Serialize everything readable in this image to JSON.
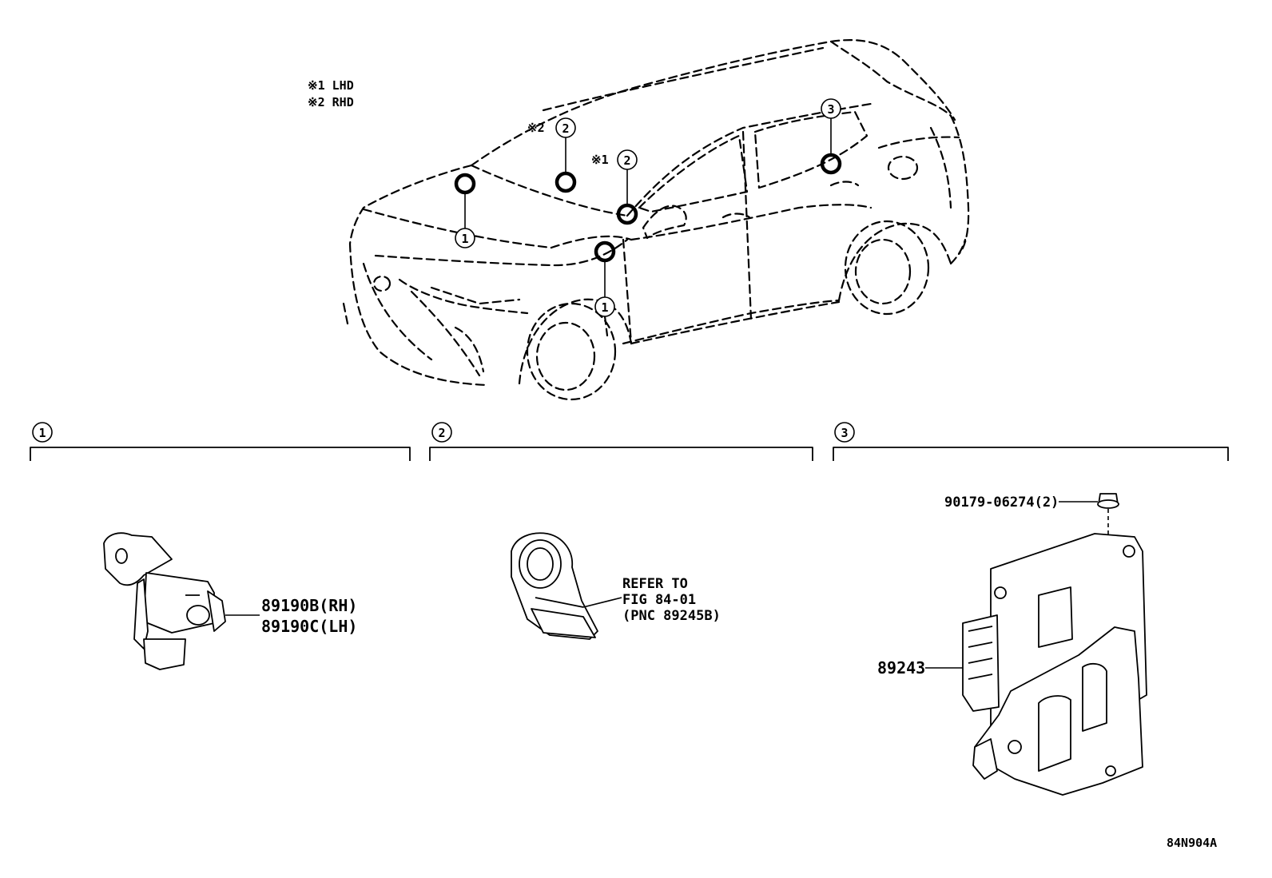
{
  "notes": [
    "※1 LHD",
    "※2 RHD"
  ],
  "callouts": {
    "c1": "1",
    "c2": "2",
    "c3": "3",
    "mark1": "※1",
    "mark2": "※2"
  },
  "sections": [
    {
      "number": "1"
    },
    {
      "number": "2"
    },
    {
      "number": "3"
    }
  ],
  "parts": {
    "sensor_rh": "89190B(RH)",
    "sensor_lh": "89190C(LH)",
    "refer_line1": "REFER TO",
    "refer_line2": "FIG 84-01",
    "refer_line3": "(PNC 89245B)",
    "bolt": "90179-06274(2)",
    "ecu": "89243"
  },
  "figure_id": "84N904A"
}
